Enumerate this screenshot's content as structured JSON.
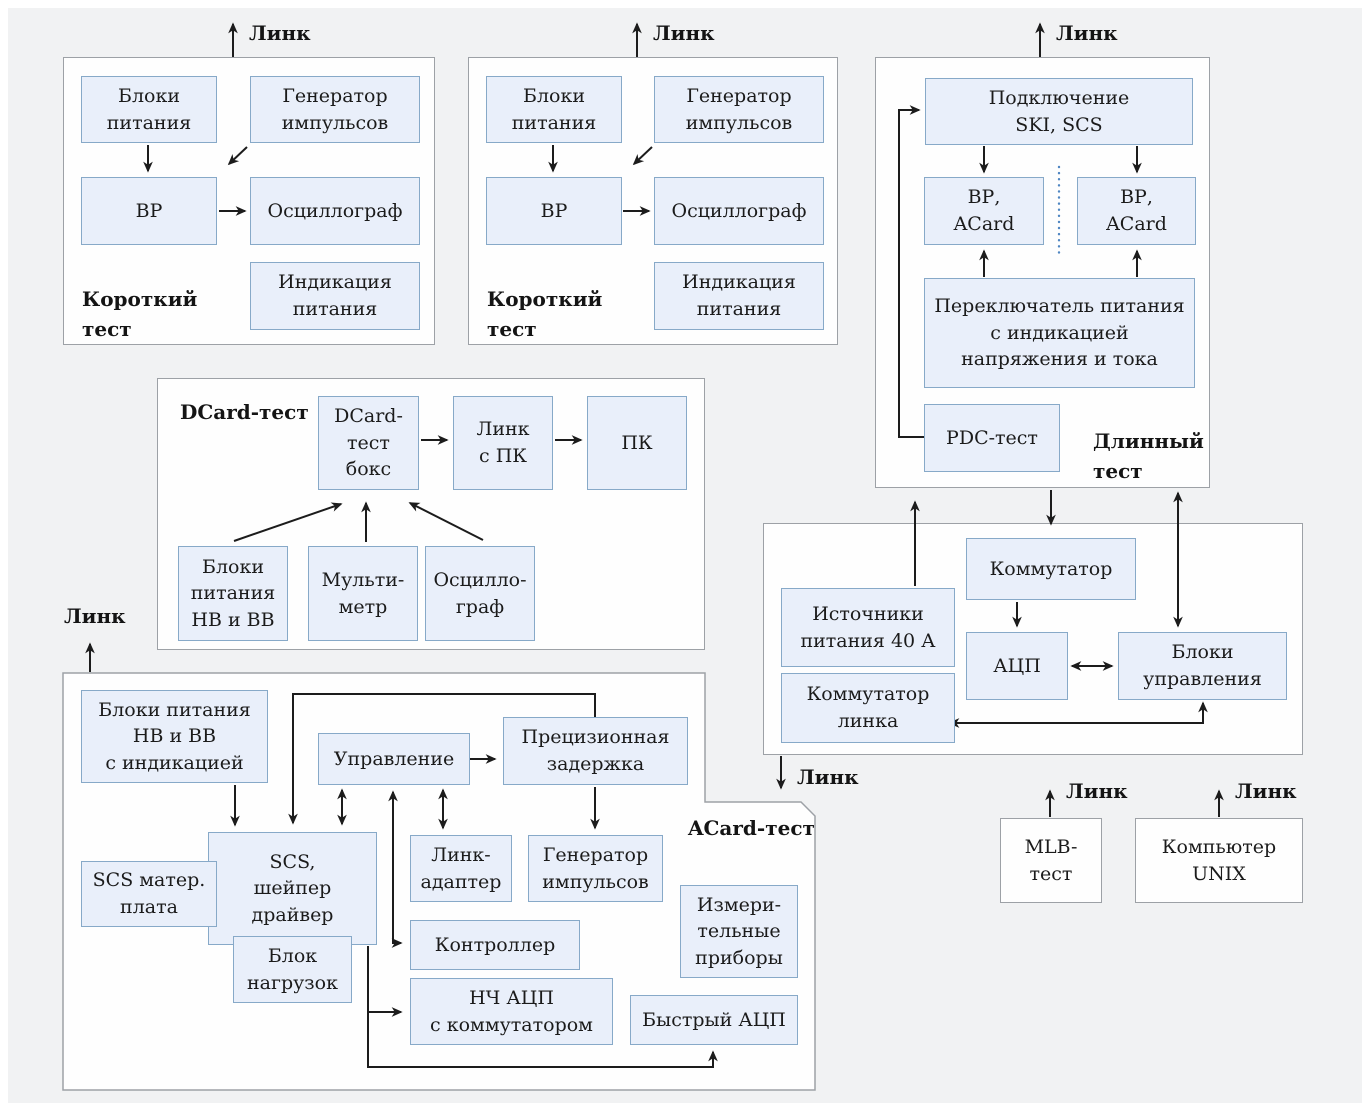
{
  "labels": {
    "link": "Линк"
  },
  "short_test_1": {
    "title": "Короткий\nтест",
    "power_units": "Блоки\nпитания",
    "pulse_generator": "Генератор\nимпульсов",
    "vr": "ВР",
    "oscilloscope": "Осциллограф",
    "power_indication": "Индикация\nпитания"
  },
  "short_test_2": {
    "title": "Короткий\nтест",
    "power_units": "Блоки\nпитания",
    "pulse_generator": "Генератор\nимпульсов",
    "vr": "ВР",
    "oscilloscope": "Осциллограф",
    "power_indication": "Индикация\nпитания"
  },
  "long_test": {
    "title": "Длинный\nтест",
    "connection": "Подключение\nSKI, SCS",
    "vr_acard_left": "ВР,\nACard",
    "vr_acard_right": "ВР,\nACard",
    "power_switch": "Переключатель питания\nс индикацией\nнапряжения и тока",
    "pdc_test": "PDC-тест"
  },
  "dcard_test": {
    "title": "DCard-тест",
    "test_box": "DCard-\nтест\nбокс",
    "link_to_pc": "Линк\nс ПК",
    "pc": "ПК",
    "power_units": "Блоки\nпитания\nНВ и ВВ",
    "multimeter": "Мульти-\nметр",
    "oscilloscope": "Осцилло-\nграф"
  },
  "support_rack": {
    "commutator": "Коммутатор",
    "power_sources": "Источники\nпитания 40 А",
    "adc": "АЦП",
    "control_units": "Блоки\nуправления",
    "link_commutator": "Коммутатор\nлинка"
  },
  "acard_test": {
    "title": "ACard-тест",
    "power_units": "Блоки питания\nНВ и ВВ\nс индикацией",
    "control": "Управление",
    "precision_delay": "Прецизионная\nзадержка",
    "scs_mother_board": "SCS матер.\nплата",
    "scs_shaper_driver": "SCS,\nшейпер\nдрайвер",
    "load_unit": "Блок\nнагрузок",
    "link_adapter": "Линк-\nадаптер",
    "pulse_generator": "Генератор\nимпульсов",
    "controller": "Контроллер",
    "lf_adc": "НЧ АЦП\nс коммутатором",
    "fast_adc": "Быстрый АЦП",
    "measuring_devices": "Измери-\nтельные\nприборы"
  },
  "mlb_test": {
    "label": "MLB-\nтест"
  },
  "unix_computer": {
    "label": "Компьютер\nUNIX"
  }
}
